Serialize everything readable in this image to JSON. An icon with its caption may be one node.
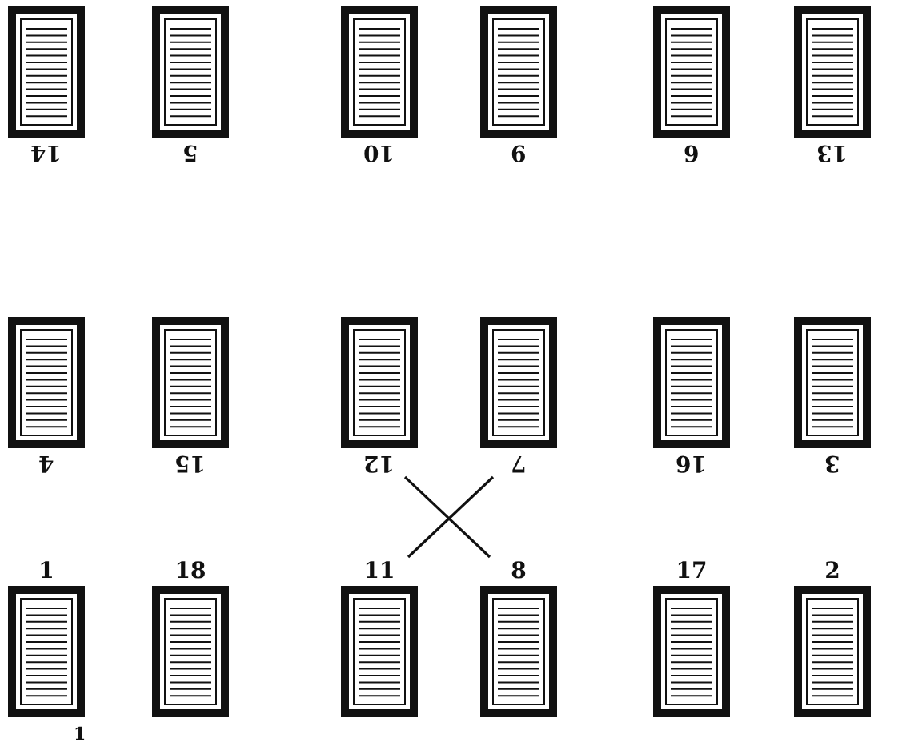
{
  "diagram": {
    "nodes": [
      {
        "text": [
          "14"
        ]
      },
      {
        "text": [
          "5"
        ]
      },
      {
        "text": [
          "10"
        ]
      },
      {
        "text": [
          "9"
        ]
      },
      {
        "text": [
          "6"
        ]
      },
      {
        "text": [
          "13"
        ]
      },
      {
        "text": [
          "4"
        ]
      },
      {
        "text": [
          "15"
        ]
      },
      {
        "text": [
          "12"
        ]
      },
      {
        "text": [
          "7"
        ]
      },
      {
        "text": [
          "16"
        ]
      },
      {
        "text": [
          "3"
        ]
      },
      {
        "text": [
          "1"
        ]
      },
      {
        "text": [
          "18"
        ]
      },
      {
        "text": [
          "11"
        ]
      },
      {
        "text": [
          "8"
        ]
      },
      {
        "text": [
          "17"
        ]
      },
      {
        "text": [
          "2"
        ]
      }
    ],
    "edges": [
      {
        "from": 8,
        "to": 15,
        "arrow": "none"
      },
      {
        "from": 9,
        "to": 14,
        "arrow": "none"
      }
    ],
    "labels": [
      "1"
    ]
  }
}
